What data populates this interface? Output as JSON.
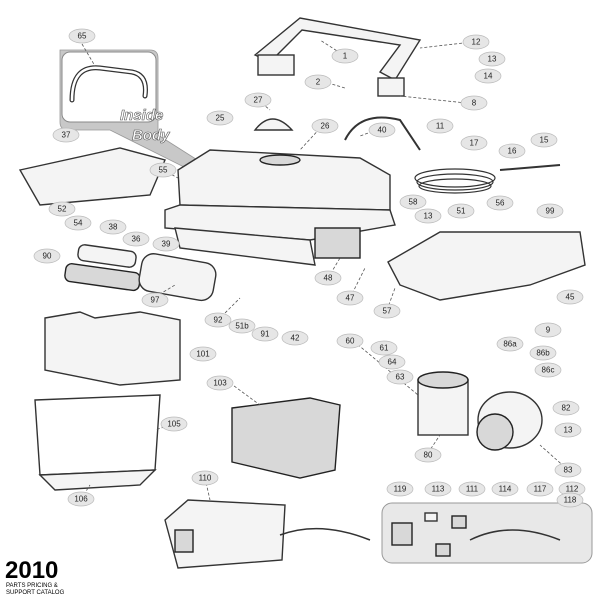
{
  "callout": {
    "line1": "Inside",
    "line2": "Body"
  },
  "catalog": {
    "year": "2010",
    "line1": "PARTS PRICING &",
    "line2": "SUPPORT CATALOG"
  },
  "parts": {
    "p65": "65",
    "p1": "1",
    "p12": "12",
    "p13a": "13",
    "p14": "14",
    "p2": "2",
    "p8": "8",
    "p27": "27",
    "p25": "25",
    "p37": "37",
    "p26": "26",
    "p40": "40",
    "p11": "11",
    "p17": "17",
    "p16": "16",
    "p15": "15",
    "p55": "55",
    "p52": "52",
    "p54": "54",
    "p38": "38",
    "p36": "36",
    "p39": "39",
    "p58": "58",
    "p13b": "13",
    "p51": "51",
    "p56": "56",
    "p99": "99",
    "p90": "90",
    "p48": "48",
    "p47": "47",
    "p57": "57",
    "p45": "45",
    "p97": "97",
    "p92": "92",
    "p51b": "51b",
    "p91": "91",
    "p42": "42",
    "p9": "9",
    "p60": "60",
    "p61": "61",
    "p64": "64",
    "p63": "63",
    "p86a": "86a",
    "p86b": "86b",
    "p86c": "86c",
    "p101": "101",
    "p103": "103",
    "p82": "82",
    "p105": "105",
    "p13c": "13",
    "p80": "80",
    "p83": "83",
    "p106": "106",
    "p110": "110",
    "p119": "119",
    "p113": "113",
    "p111": "111",
    "p114": "114",
    "p117": "117",
    "p112": "112",
    "p118": "118"
  }
}
